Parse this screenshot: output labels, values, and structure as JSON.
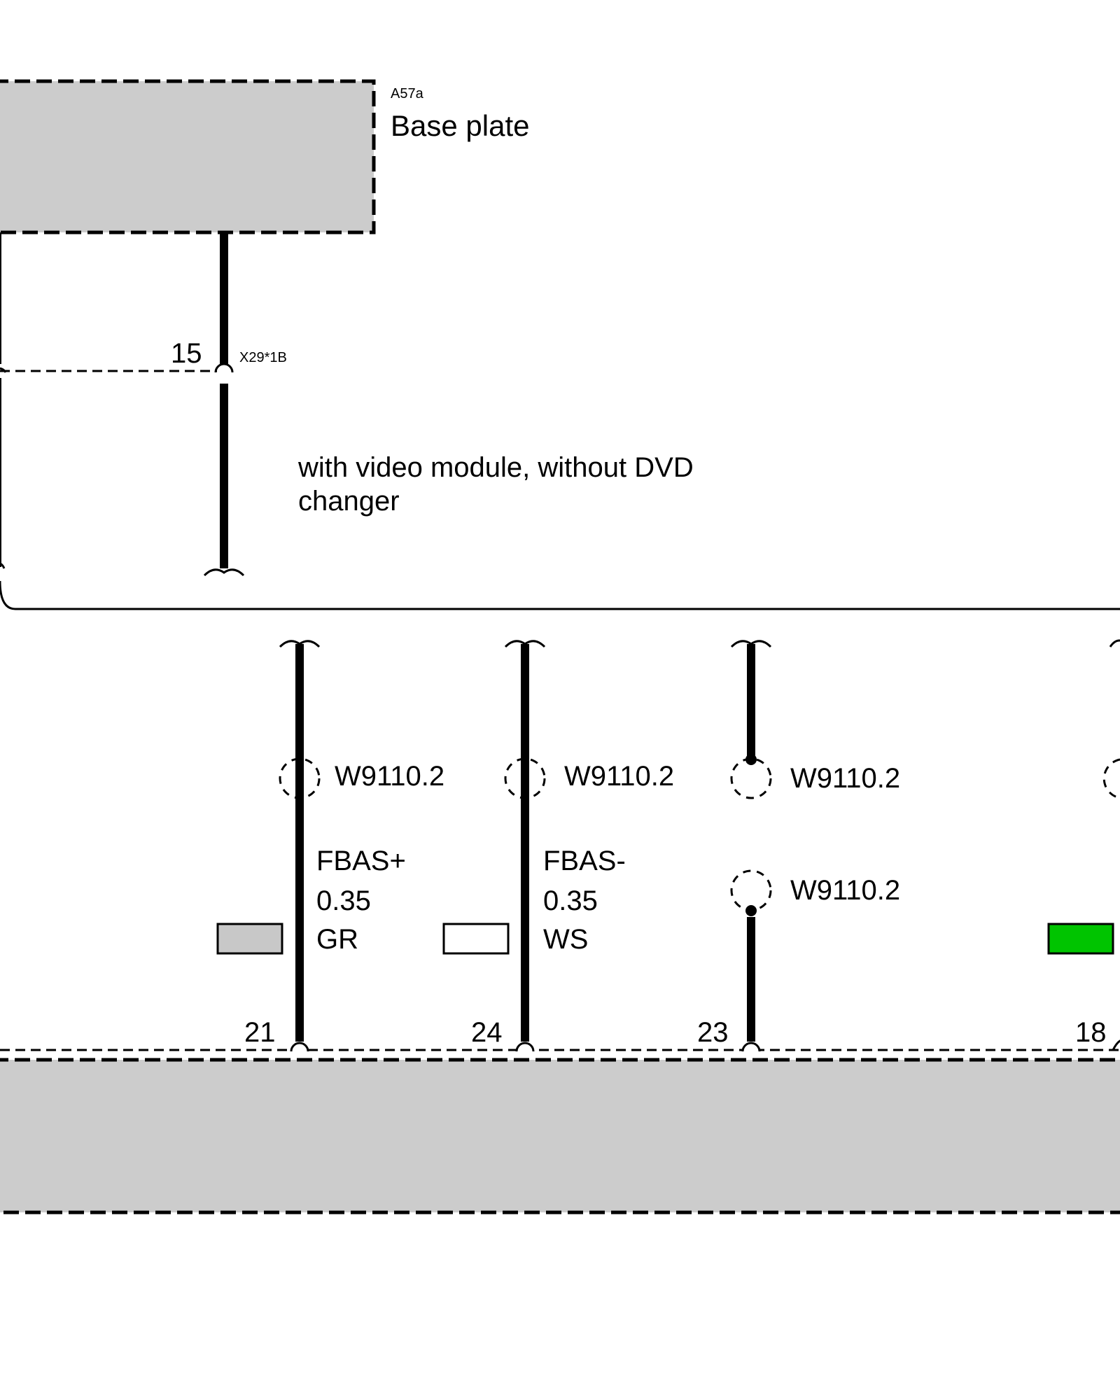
{
  "components": {
    "base_plate": {
      "id": "A57a",
      "name": "Base plate",
      "fill": "#cccccc"
    },
    "lower_module": {
      "fill": "#cccccc"
    }
  },
  "connector_top": {
    "pin": "15",
    "id": "X29*1B"
  },
  "condition_note": {
    "line1": "with video module, without DVD",
    "line2": "changer"
  },
  "wires": [
    {
      "pin": "21",
      "splice": "W9110.2",
      "signal": "FBAS+",
      "gauge": "0.35",
      "color_code": "GR",
      "swatch": "#c8c8c8"
    },
    {
      "pin": "24",
      "splice": "W9110.2",
      "signal": "FBAS-",
      "gauge": "0.35",
      "color_code": "WS",
      "swatch": "#ffffff"
    },
    {
      "pin": "23",
      "splice_upper": "W9110.2",
      "splice_lower": "W9110.2"
    },
    {
      "pin": "18",
      "swatch": "#00c400"
    }
  ]
}
